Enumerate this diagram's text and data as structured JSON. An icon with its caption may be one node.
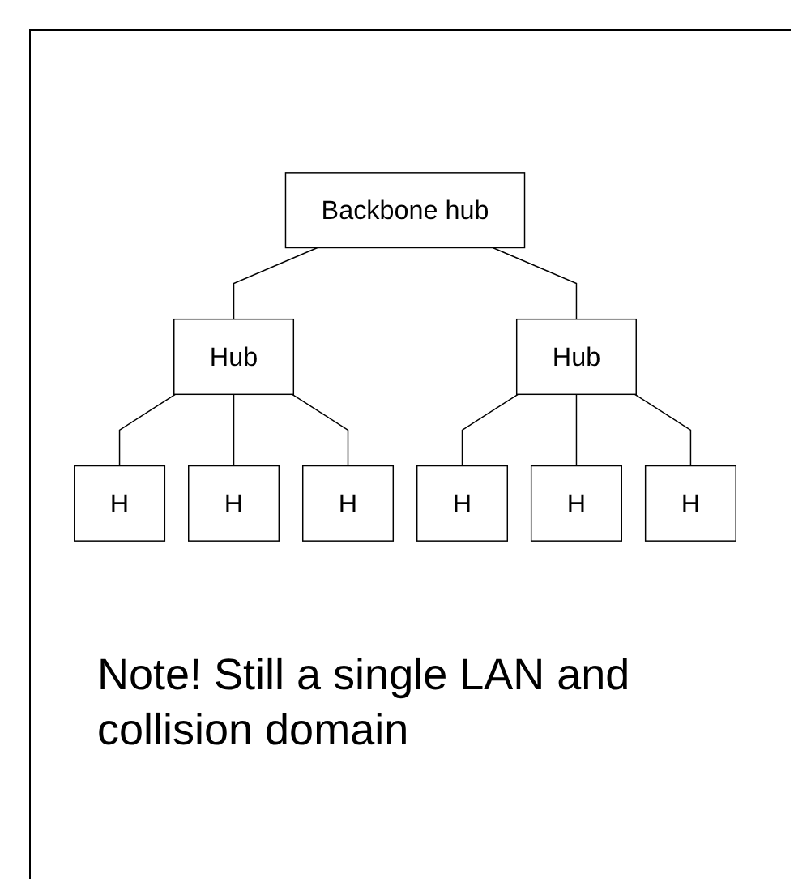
{
  "diagram": {
    "nodes": [
      {
        "text": [
          "Backbone hub"
        ]
      },
      {
        "text": [
          "Hub"
        ]
      },
      {
        "text": [
          "Hub"
        ]
      },
      {
        "text": [
          "H"
        ]
      },
      {
        "text": [
          "H"
        ]
      },
      {
        "text": [
          "H"
        ]
      },
      {
        "text": [
          "H"
        ]
      },
      {
        "text": [
          "H"
        ]
      },
      {
        "text": [
          "H"
        ]
      }
    ],
    "edges": [
      {
        "from": 0,
        "to": 1,
        "arrow": "none"
      },
      {
        "from": 0,
        "to": 2,
        "arrow": "none"
      },
      {
        "from": 1,
        "to": 3,
        "arrow": "none"
      },
      {
        "from": 1,
        "to": 4,
        "arrow": "none"
      },
      {
        "from": 1,
        "to": 5,
        "arrow": "none"
      },
      {
        "from": 2,
        "to": 6,
        "arrow": "none"
      },
      {
        "from": 2,
        "to": 7,
        "arrow": "none"
      },
      {
        "from": 2,
        "to": 8,
        "arrow": "none"
      }
    ],
    "labels": [
      "Note! Still a single LAN and collision domain"
    ]
  }
}
